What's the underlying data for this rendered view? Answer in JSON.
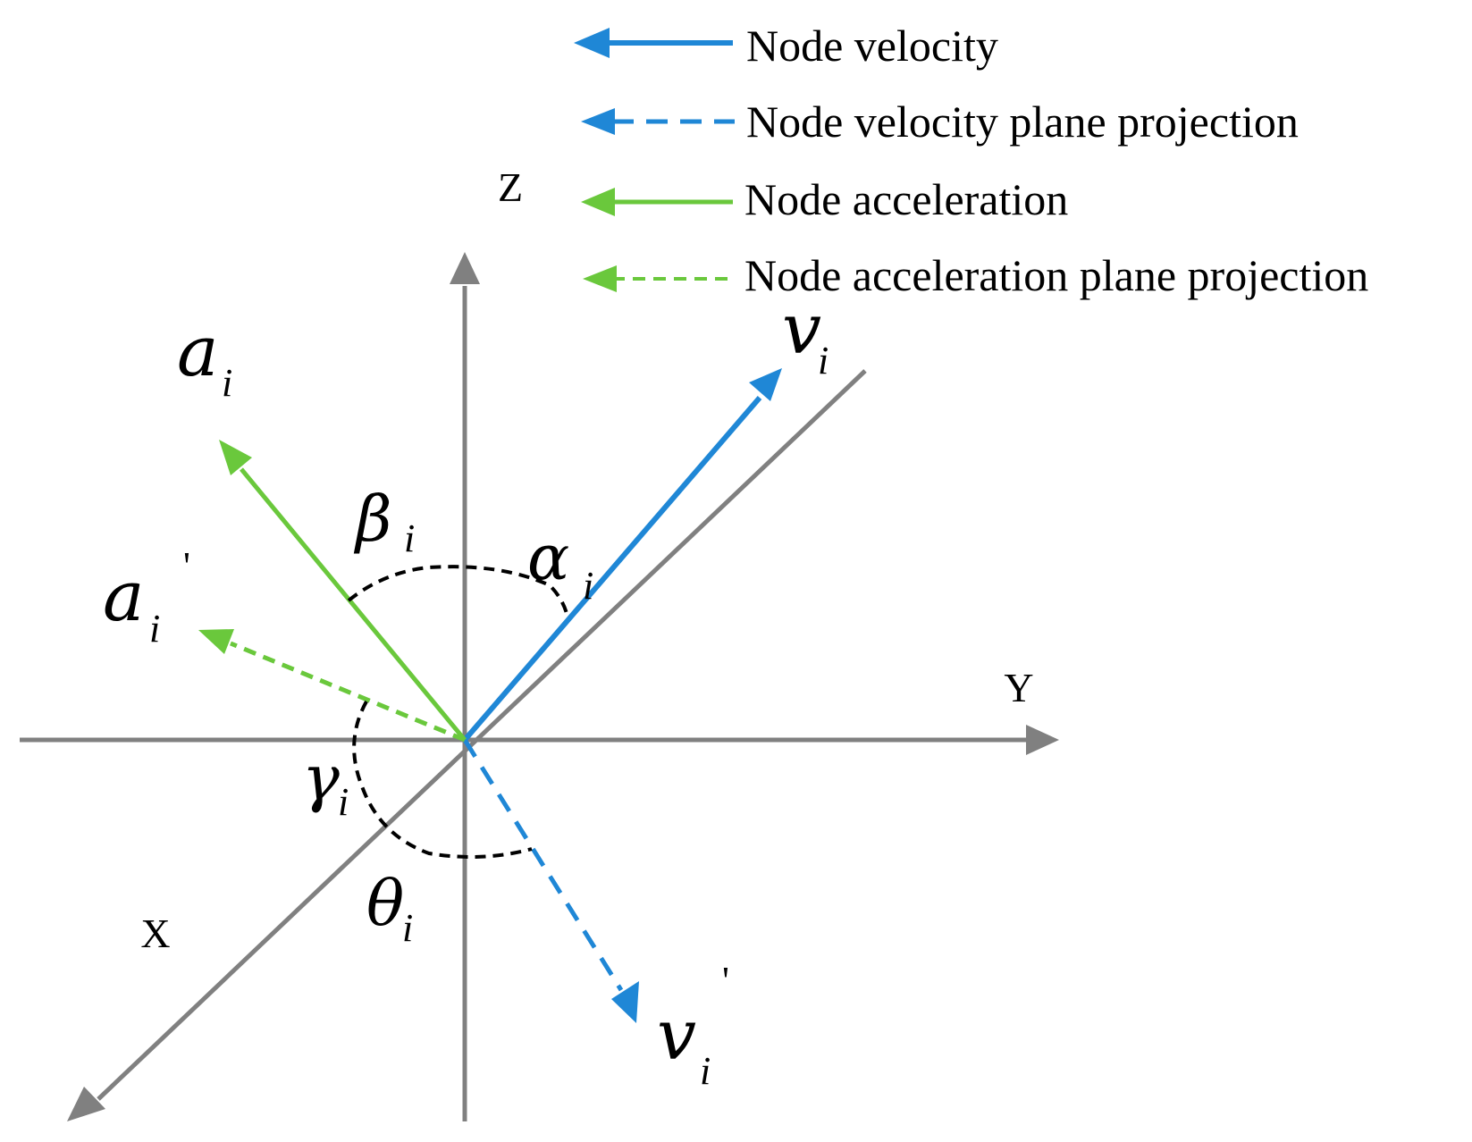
{
  "legend": {
    "velocity_label": "Node velocity",
    "velocity_projection_label": "Node velocity plane projection",
    "acceleration_label": "Node acceleration",
    "acceleration_projection_label": "Node acceleration plane projection"
  },
  "axes": {
    "z_label": "Z",
    "y_label": "Y",
    "x_label": "X"
  },
  "vectors": {
    "v_symbol": "v",
    "v_sub": "i",
    "v_proj_symbol": "v",
    "v_proj_sub": "i",
    "v_proj_prime": "'",
    "a_symbol": "a",
    "a_sub": "i",
    "a_proj_symbol": "a",
    "a_proj_sub": "i",
    "a_proj_prime": "'"
  },
  "angles": {
    "alpha_symbol": "α",
    "alpha_sub": "i",
    "beta_symbol": "β",
    "beta_sub": "i",
    "gamma_symbol": "γ",
    "gamma_sub": "i",
    "theta_symbol": "θ",
    "theta_sub": "i"
  },
  "colors": {
    "axis": "#808080",
    "velocity": "#1f87d6",
    "acceleration": "#6ac83c",
    "angle_arc": "#000000"
  }
}
